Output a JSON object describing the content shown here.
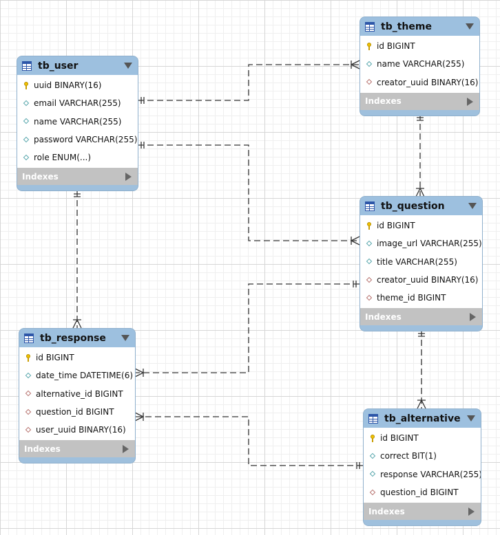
{
  "entities": {
    "tb_user": {
      "title": "tb_user",
      "fields": [
        {
          "text": "uuid BINARY(16)",
          "kind": "pk"
        },
        {
          "text": "email VARCHAR(255)",
          "kind": "col"
        },
        {
          "text": "name VARCHAR(255)",
          "kind": "col"
        },
        {
          "text": "password VARCHAR(255)",
          "kind": "col"
        },
        {
          "text": "role ENUM(...)",
          "kind": "col"
        }
      ],
      "indexes": "Indexes"
    },
    "tb_theme": {
      "title": "tb_theme",
      "fields": [
        {
          "text": "id BIGINT",
          "kind": "pk"
        },
        {
          "text": "name VARCHAR(255)",
          "kind": "col"
        },
        {
          "text": "creator_uuid BINARY(16)",
          "kind": "fk"
        }
      ],
      "indexes": "Indexes"
    },
    "tb_question": {
      "title": "tb_question",
      "fields": [
        {
          "text": "id BIGINT",
          "kind": "pk"
        },
        {
          "text": "image_url VARCHAR(255)",
          "kind": "col"
        },
        {
          "text": "title VARCHAR(255)",
          "kind": "col"
        },
        {
          "text": "creator_uuid BINARY(16)",
          "kind": "fk"
        },
        {
          "text": "theme_id BIGINT",
          "kind": "fk"
        }
      ],
      "indexes": "Indexes"
    },
    "tb_response": {
      "title": "tb_response",
      "fields": [
        {
          "text": "id BIGINT",
          "kind": "pk"
        },
        {
          "text": "date_time DATETIME(6)",
          "kind": "col"
        },
        {
          "text": "alternative_id BIGINT",
          "kind": "fk"
        },
        {
          "text": "question_id BIGINT",
          "kind": "fk"
        },
        {
          "text": "user_uuid BINARY(16)",
          "kind": "fk"
        }
      ],
      "indexes": "Indexes"
    },
    "tb_alternative": {
      "title": "tb_alternative",
      "fields": [
        {
          "text": "id BIGINT",
          "kind": "pk"
        },
        {
          "text": "correct BIT(1)",
          "kind": "col"
        },
        {
          "text": "response VARCHAR(255)",
          "kind": "col"
        },
        {
          "text": "question_id BIGINT",
          "kind": "fk"
        }
      ],
      "indexes": "Indexes"
    }
  },
  "relationships": [
    {
      "from": "tb_user",
      "to": "tb_theme",
      "from_end": "one",
      "to_end": "many"
    },
    {
      "from": "tb_user",
      "to": "tb_question",
      "from_end": "one",
      "to_end": "many"
    },
    {
      "from": "tb_user",
      "to": "tb_response",
      "from_end": "one",
      "to_end": "many"
    },
    {
      "from": "tb_theme",
      "to": "tb_question",
      "from_end": "one",
      "to_end": "many"
    },
    {
      "from": "tb_question",
      "to": "tb_response",
      "from_end": "one",
      "to_end": "many"
    },
    {
      "from": "tb_question",
      "to": "tb_alternative",
      "from_end": "one",
      "to_end": "many"
    },
    {
      "from": "tb_alternative",
      "to": "tb_response",
      "from_end": "one",
      "to_end": "many"
    }
  ],
  "colors": {
    "header": "#9dc0df",
    "indexes_bar": "#c2c2c2",
    "connector": "#333333",
    "pk_icon": "#f2c200",
    "col_icon": "#58a7ac",
    "fk_icon": "#b7736f"
  }
}
